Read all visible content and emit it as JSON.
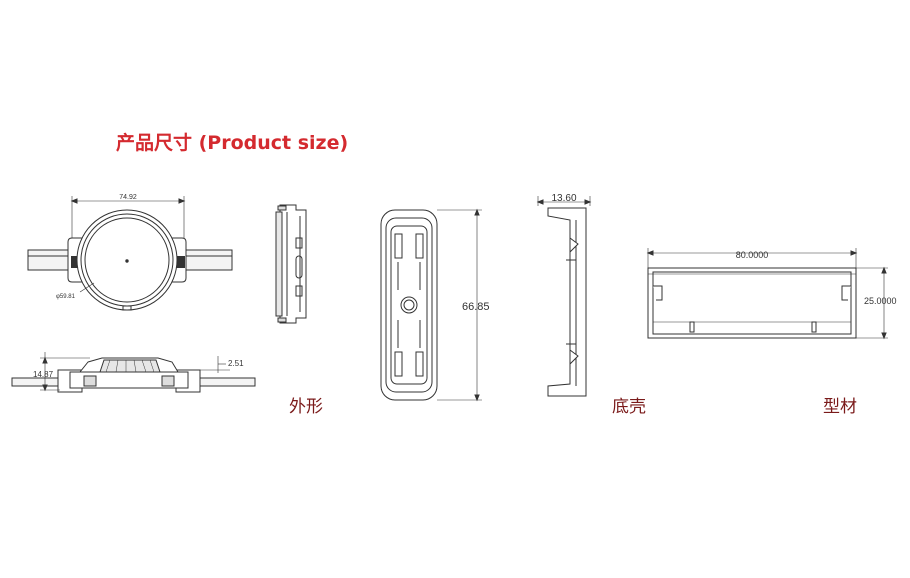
{
  "title": "产品尺寸 (Product size)",
  "captions": {
    "outer": "外形",
    "base": "底壳",
    "profile": "型材"
  },
  "dimensions": {
    "width_top": "74.92",
    "diameter": "φ59.81",
    "height_side": "14.87",
    "lip": "2.51",
    "length": "66.85",
    "base_width": "13.60",
    "profile_length": "80.0000",
    "profile_height": "25.0000"
  },
  "colors": {
    "title": "#d42a2f",
    "caption": "#7a1a1a",
    "line": "#333333"
  }
}
